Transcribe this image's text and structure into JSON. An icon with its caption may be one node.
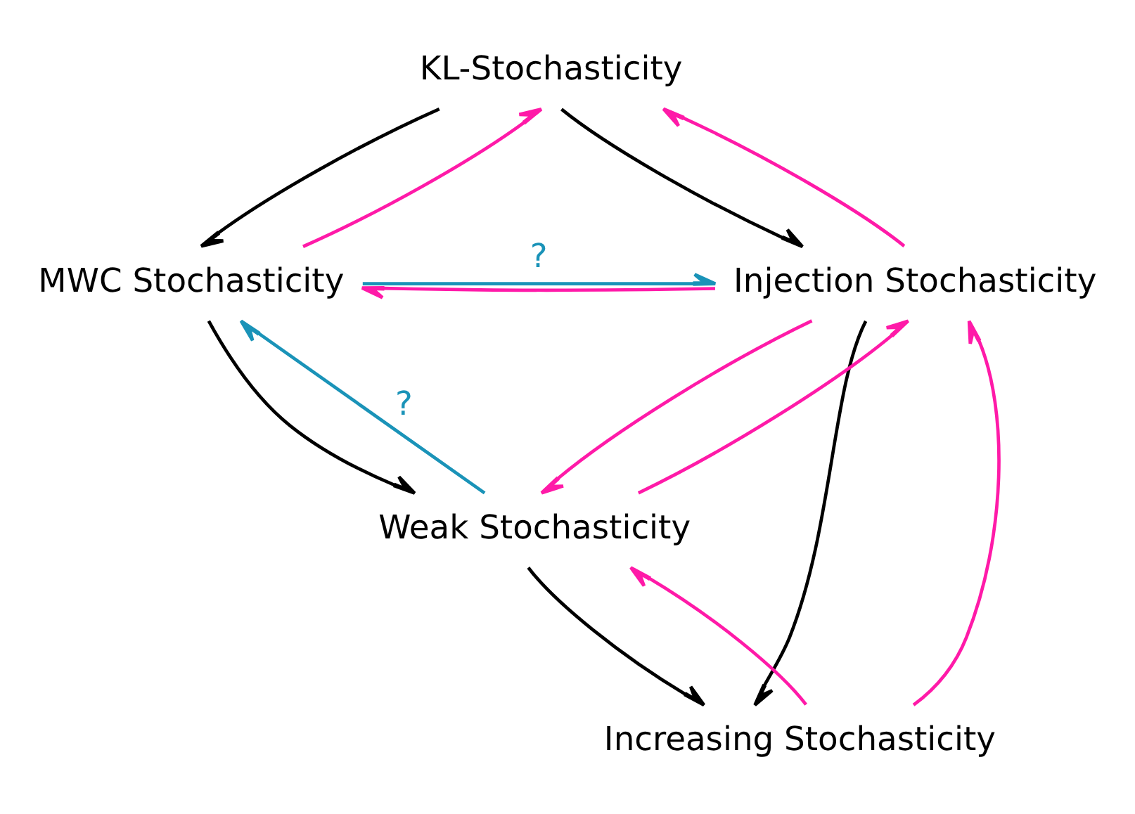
{
  "diagram": {
    "nodes": [
      {
        "text": [
          "KL-Stochasticity"
        ]
      },
      {
        "text": [
          "MWC Stochasticity"
        ]
      },
      {
        "text": [
          "Injection Stochasticity"
        ]
      },
      {
        "text": [
          "Weak Stochasticity"
        ]
      },
      {
        "text": [
          "Increasing Stochasticity"
        ]
      }
    ],
    "edges": [
      {
        "from": 0,
        "to": 1,
        "arrow": "to",
        "color": "#000000"
      },
      {
        "from": 1,
        "to": 0,
        "arrow": "to"
      },
      {
        "from": 0,
        "to": 2,
        "arrow": "to",
        "color": "#000000"
      },
      {
        "from": 2,
        "to": 0,
        "arrow": "to"
      },
      {
        "from": 2,
        "to": 1,
        "arrow": "to"
      },
      {
        "from": 1,
        "to": 2,
        "arrow": "to",
        "label": "?",
        "color": "#1a93b8"
      },
      {
        "from": 1,
        "to": 3,
        "arrow": "to",
        "color": "#000000"
      },
      {
        "from": 3,
        "to": 1,
        "arrow": "to",
        "label": "?",
        "color": "#1a93b8"
      },
      {
        "from": 3,
        "to": 2,
        "arrow": "to"
      },
      {
        "from": 2,
        "to": 3,
        "arrow": "to"
      },
      {
        "from": 3,
        "to": 4,
        "arrow": "to",
        "color": "#000000"
      },
      {
        "from": 4,
        "to": 3,
        "arrow": "to"
      },
      {
        "from": 2,
        "to": 4,
        "arrow": "to",
        "color": "#000000"
      },
      {
        "from": 4,
        "to": 2,
        "arrow": "to"
      }
    ]
  }
}
